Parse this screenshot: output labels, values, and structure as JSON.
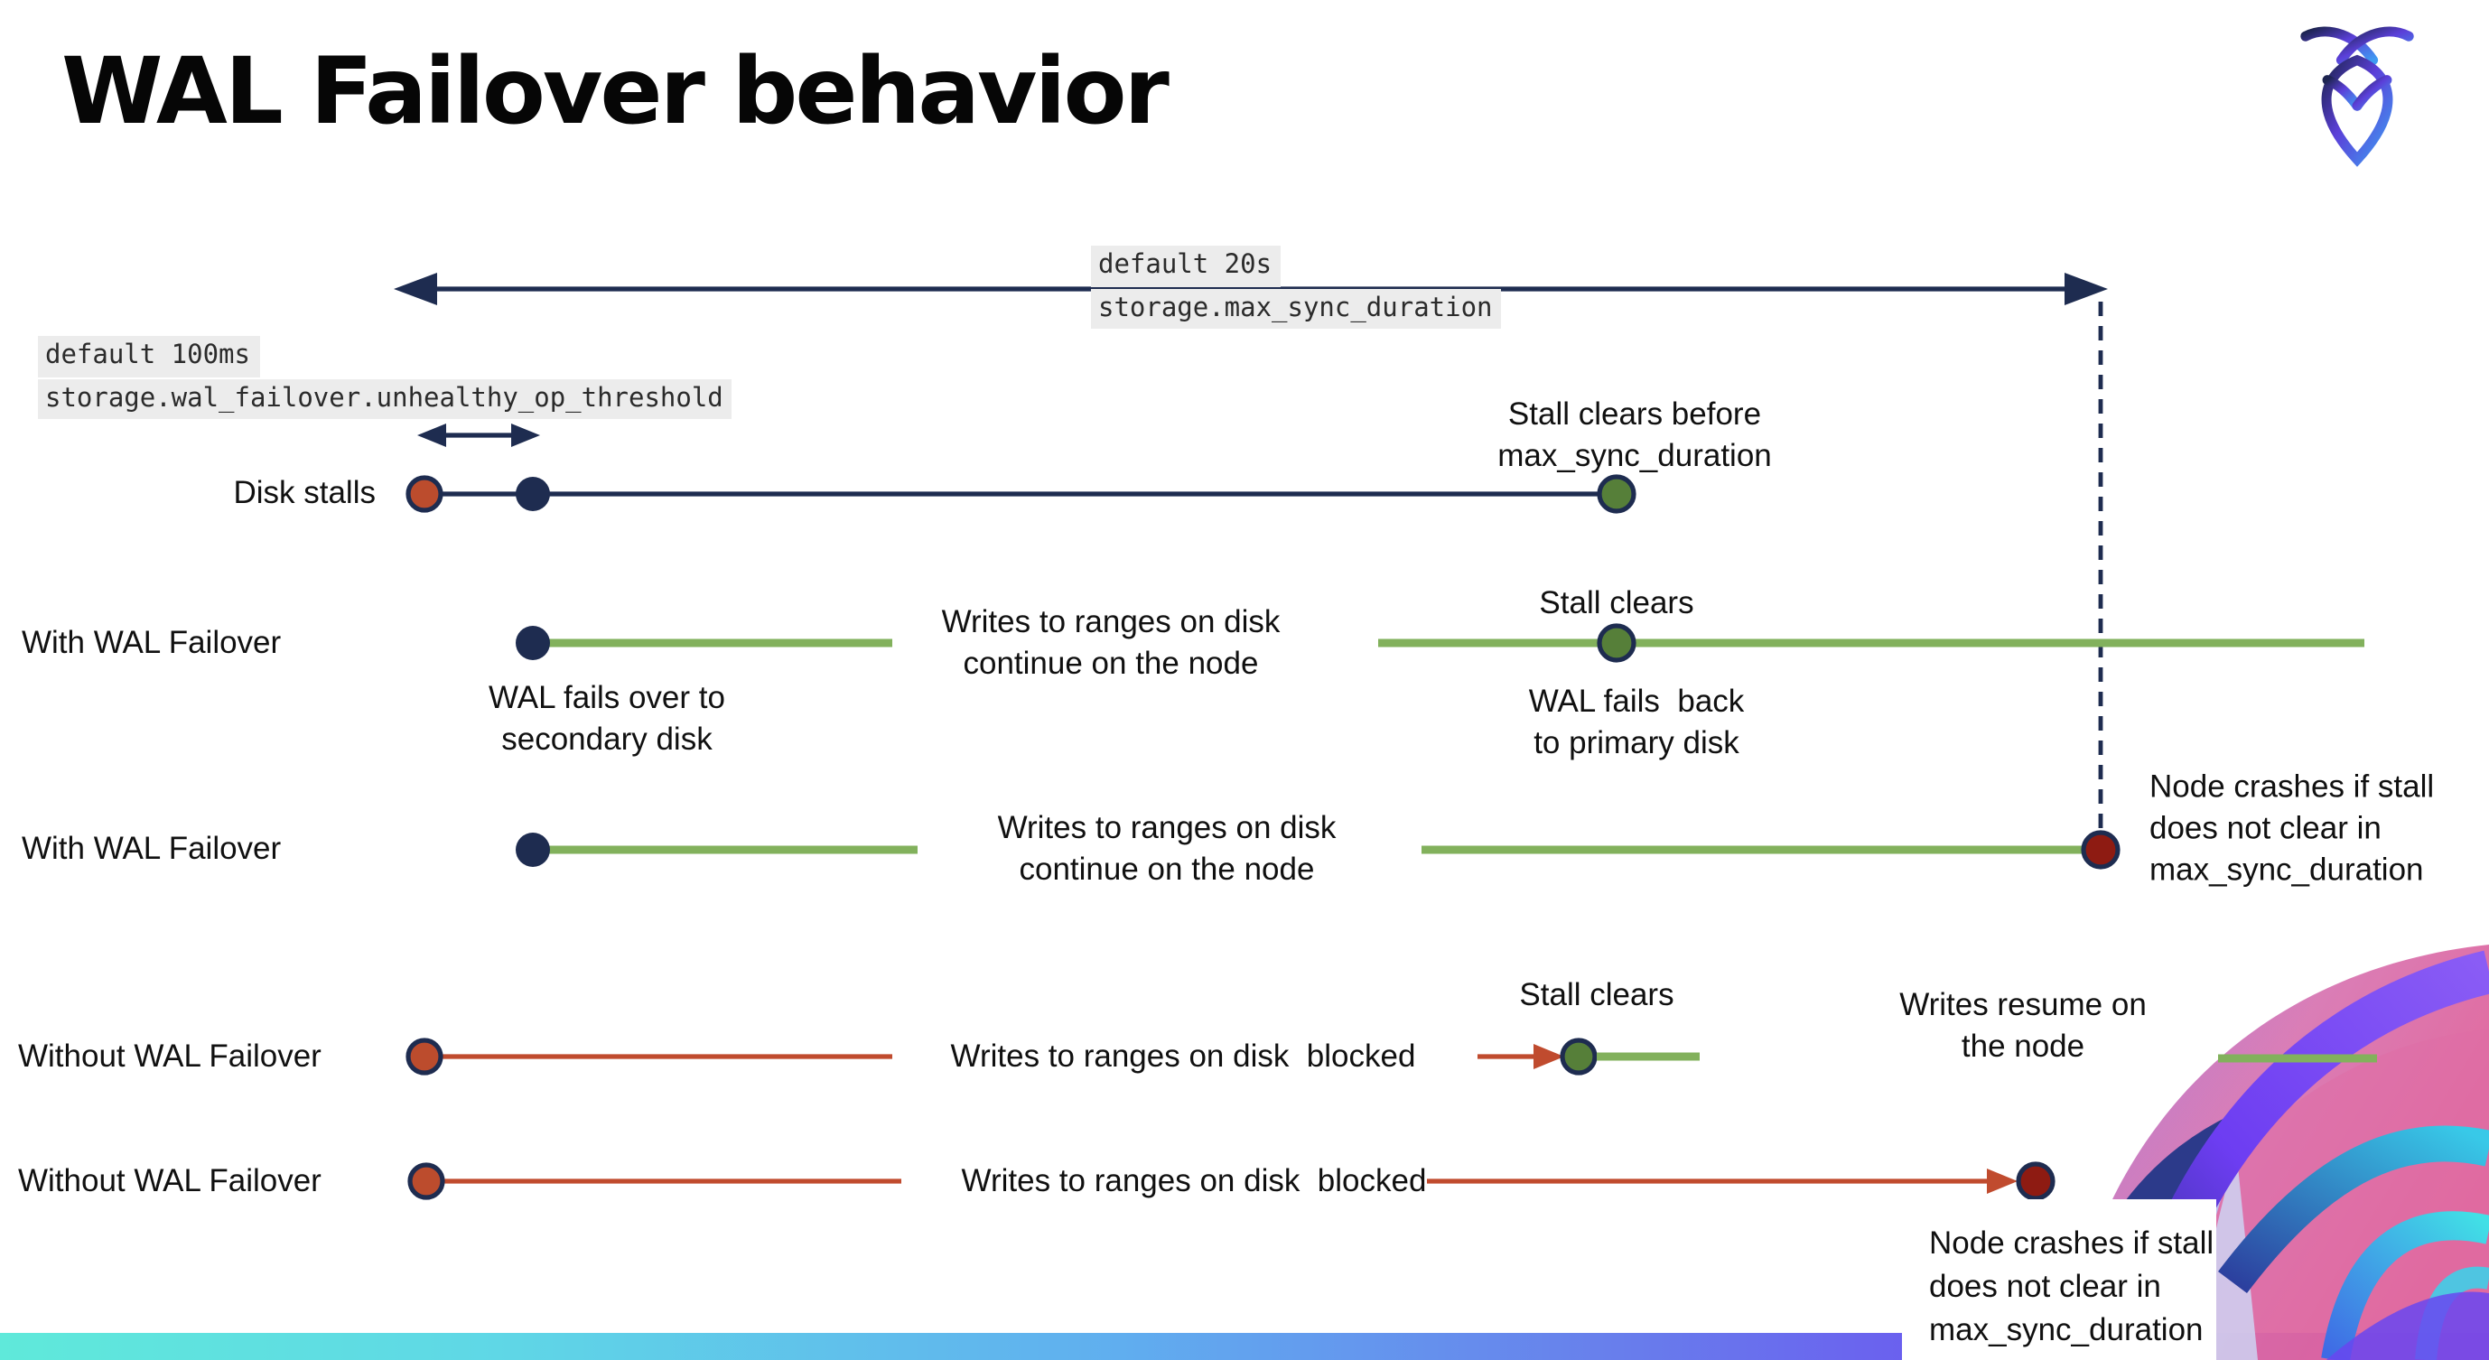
{
  "page": {
    "title": "WAL Failover behavior"
  },
  "logo": {
    "name": "cockroachdb-mark"
  },
  "config_labels": {
    "max_sync": {
      "line1": "default 20s",
      "line2": "storage.max_sync_duration"
    },
    "threshold": {
      "line1": "default 100ms",
      "line2": "storage.wal_failover.unhealthy_op_threshold"
    }
  },
  "rows": {
    "disk_stalls": {
      "label": "Disk stalls",
      "note_end": "Stall clears before\nmax_sync_duration"
    },
    "failover_clears": {
      "label": "With WAL Failover",
      "note_failover": "WAL fails over to\nsecondary disk",
      "note_mid": "Writes to ranges on disk\ncontinue on the node",
      "note_stall": "Stall clears",
      "note_failback": "WAL fails  back\nto primary disk"
    },
    "failover_crash": {
      "label": "With WAL Failover",
      "note_mid": "Writes to ranges on disk\ncontinue on the node",
      "note_crash": "Node crashes if stall\ndoes not clear in\nmax_sync_duration"
    },
    "nofailover_clears": {
      "label": "Without WAL Failover",
      "note_mid": "Writes to ranges on disk  blocked",
      "note_stall": "Stall clears",
      "note_resume": "Writes resume on\nthe node"
    },
    "nofailover_crash": {
      "label": "Without WAL Failover",
      "note_mid": "Writes to ranges on disk  blocked",
      "note_crash": "Node crashes if stall\ndoes not clear in\nmax_sync_duration"
    }
  },
  "colors": {
    "navy": "#1e2c50",
    "green_line": "#82b15c",
    "green_dot": "#567f39",
    "red_line": "#c04b2e",
    "red_dot": "#bc4c2d",
    "dark_red_dot": "#8e1b12",
    "code_bg": "#ececec",
    "footer_gradient_start": "#5fe9da",
    "footer_gradient_end": "#6a3bf2"
  }
}
